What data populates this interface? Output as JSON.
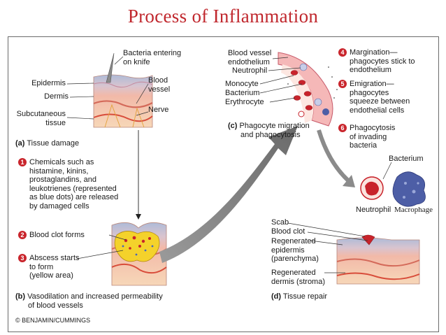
{
  "title": "Process of Inflammation",
  "labels": {
    "bacteria_entering": "Bacteria entering",
    "on_knife": "on knife",
    "epidermis": "Epidermis",
    "dermis": "Dermis",
    "subcutaneous": "Subcutaneous",
    "tissue": "tissue",
    "blood": "Blood",
    "vessel": "vessel",
    "nerve": "Nerve",
    "blood_vessel": "Blood vessel",
    "endothelium": "endothelium",
    "neutrophil": "Neutrophil",
    "monocyte": "Monocyte",
    "bacterium": "Bacterium",
    "erythrocyte": "Erythrocyte",
    "bacterium_top": "Bacterium",
    "neutrophil_b": "Neutrophil",
    "macrophage": "Macrophage",
    "scab": "Scab",
    "blood_clot": "Blood clot",
    "regen_epi_1": "Regenerated",
    "regen_epi_2": "epidermis",
    "regen_epi_3": "(parenchyma)",
    "regen_der_1": "Regenerated",
    "regen_der_2": "dermis (stroma)",
    "copyright": "© BENJAMIN/CUMMINGS"
  },
  "panels": {
    "a_letter": "(a)",
    "a_text": "Tissue damage",
    "b_letter": "(b)",
    "b_text_1": "Vasodilation and increased permeability",
    "b_text_2": "of blood vessels",
    "c_letter": "(c)",
    "c_text_1": "Phagocyte migration",
    "c_text_2": "and phagocytosis",
    "d_letter": "(d)",
    "d_text": "Tissue repair"
  },
  "steps": [
    {
      "num": "1",
      "lines": [
        "Chemicals such as",
        "histamine, kinins,",
        "prostaglandins, and",
        "leukotrienes (represented",
        "as blue dots) are released",
        "by damaged cells"
      ]
    },
    {
      "num": "2",
      "lines": [
        "Blood clot forms"
      ]
    },
    {
      "num": "3",
      "lines": [
        "Abscess starts",
        "to form",
        "(yellow area)"
      ]
    },
    {
      "num": "4",
      "lines": [
        "Margination—",
        "phagocytes stick to",
        "endothelium"
      ]
    },
    {
      "num": "5",
      "lines": [
        "Emigration—",
        "phagocytes",
        "squeeze between",
        "endothelial cells"
      ]
    },
    {
      "num": "6",
      "lines": [
        "Phagocytosis",
        "of invading",
        "bacteria"
      ]
    }
  ],
  "colors": {
    "title": "#c0272d",
    "step_badge": "#c9252c",
    "arrow": "#7d7d7d",
    "skin_pink": "#f2b9a8",
    "skin_blue": "#a9b8d6",
    "blood": "#c8232b",
    "pus": "#f4d22b",
    "macrophage": "#4d5ea6"
  }
}
